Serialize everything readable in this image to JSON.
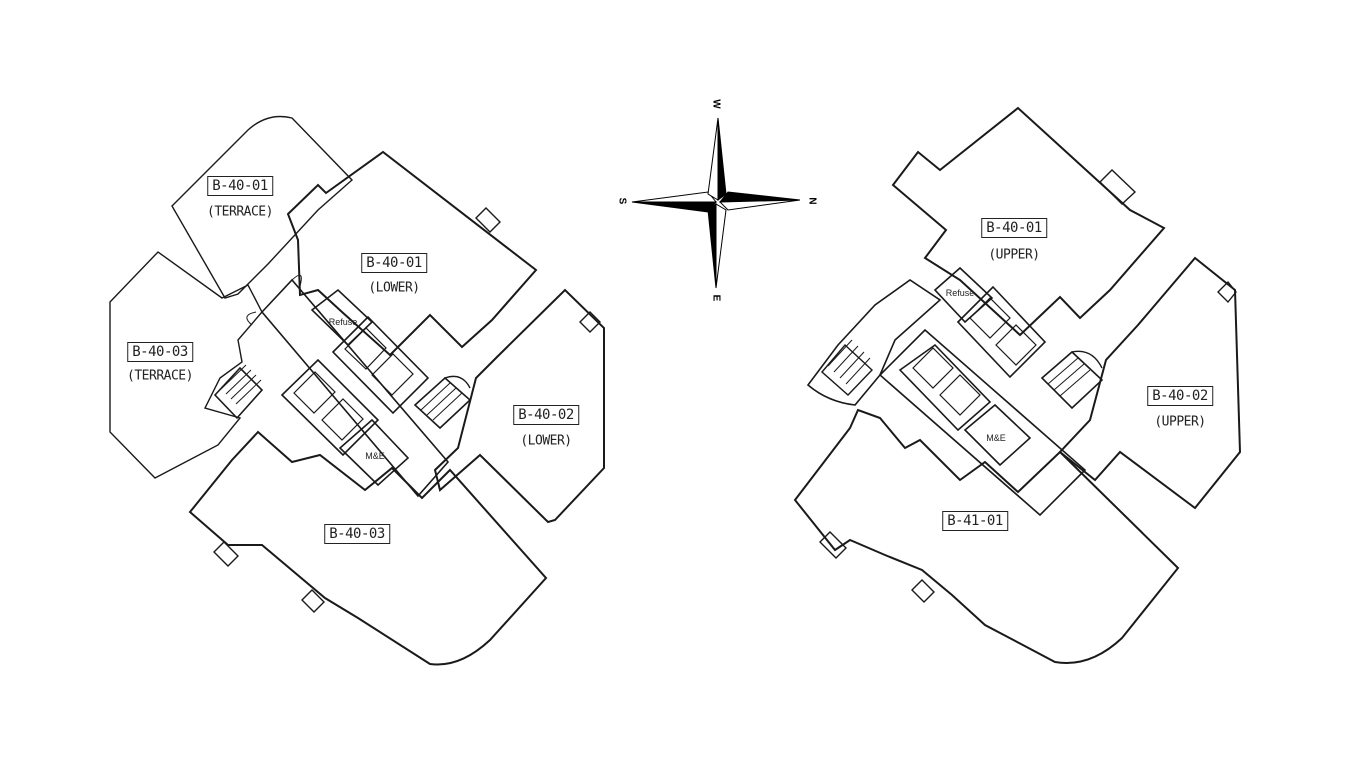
{
  "compass": {
    "w": "W",
    "s": "S",
    "n": "N",
    "e": "E"
  },
  "left_plan": {
    "unit_01_terrace": {
      "code": "B-40-01",
      "sub": "(TERRACE)"
    },
    "unit_01_lower": {
      "code": "B-40-01",
      "sub": "(LOWER)"
    },
    "unit_03_terrace": {
      "code": "B-40-03",
      "sub": "(TERRACE)"
    },
    "unit_02_lower": {
      "code": "B-40-02",
      "sub": "(LOWER)"
    },
    "unit_03": {
      "code": "B-40-03"
    },
    "refuse": "Refuse",
    "mande": "M&E"
  },
  "right_plan": {
    "unit_01_upper": {
      "code": "B-40-01",
      "sub": "(UPPER)"
    },
    "unit_02_upper": {
      "code": "B-40-02",
      "sub": "(UPPER)"
    },
    "unit_41_01": {
      "code": "B-41-01"
    },
    "refuse": "Refuse",
    "mande": "M&E"
  }
}
